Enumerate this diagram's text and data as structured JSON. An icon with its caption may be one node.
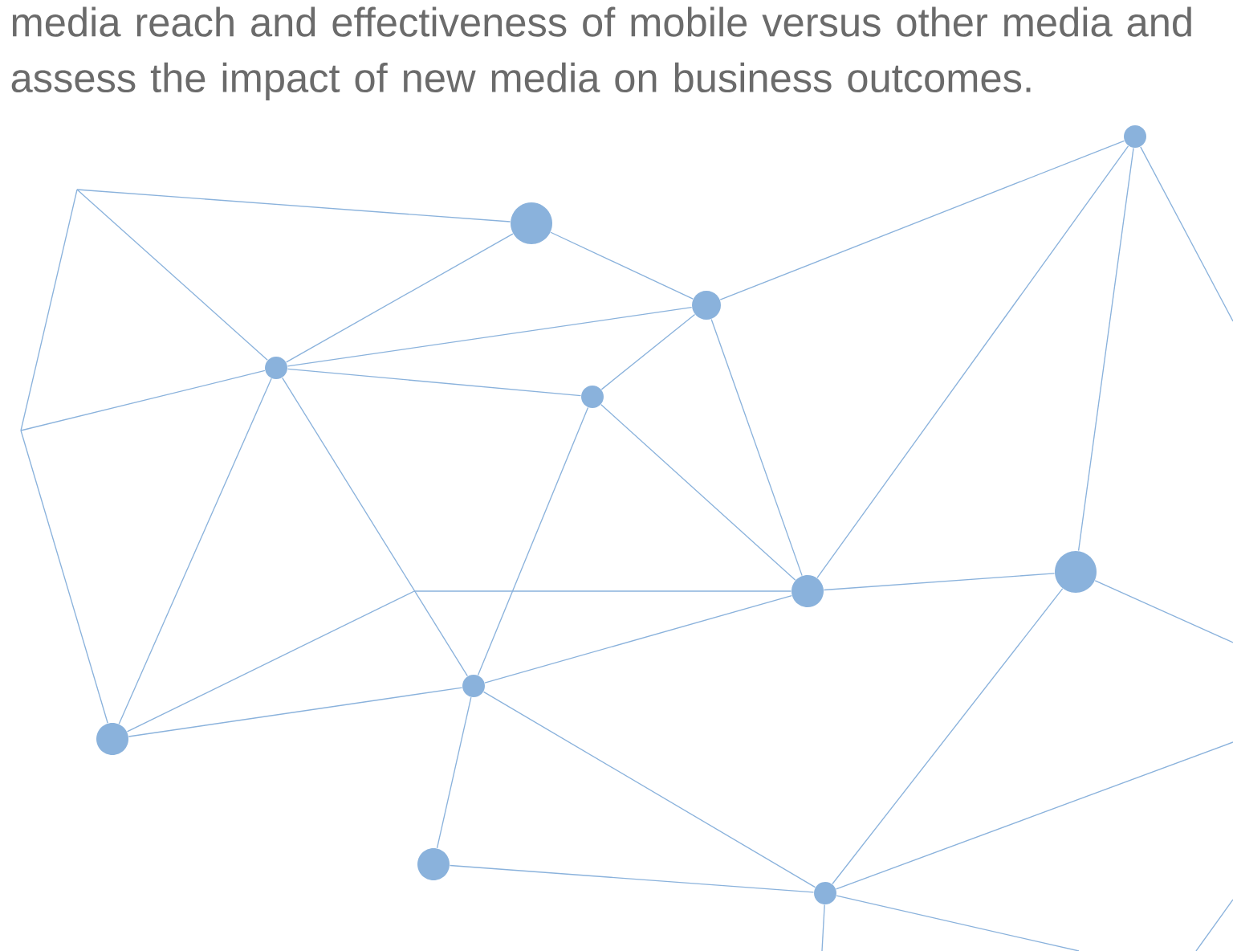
{
  "diagram": {
    "nodes": [
      {
        "text": [],
        "shape": "circle"
      },
      {
        "text": [],
        "shape": "circle"
      },
      {
        "text": [],
        "shape": "circle"
      },
      {
        "text": [],
        "shape": "circle"
      },
      {
        "text": [],
        "shape": "circle"
      },
      {
        "text": [],
        "shape": "circle"
      },
      {
        "text": [],
        "shape": "circle"
      },
      {
        "text": [],
        "shape": "circle"
      },
      {
        "text": [],
        "shape": "circle"
      },
      {
        "text": [],
        "shape": "circle"
      },
      {
        "text": [],
        "shape": "circle"
      }
    ],
    "edges": [
      {
        "from": null,
        "to": 2,
        "arrow": "none"
      },
      {
        "from": null,
        "to": 0,
        "arrow": "none"
      },
      {
        "from": null,
        "to": 2,
        "arrow": "none"
      },
      {
        "from": null,
        "to": 8,
        "arrow": "none"
      },
      {
        "from": 2,
        "to": 0,
        "arrow": "none"
      },
      {
        "from": 0,
        "to": 1,
        "arrow": "none"
      },
      {
        "from": 2,
        "to": 1,
        "arrow": "none"
      },
      {
        "from": 2,
        "to": 3,
        "arrow": "none"
      },
      {
        "from": 3,
        "to": 1,
        "arrow": "none"
      },
      {
        "from": 2,
        "to": 8,
        "arrow": "none"
      },
      {
        "from": 2,
        "to": 7,
        "arrow": "none"
      },
      {
        "from": null,
        "to": 4,
        "arrow": "none"
      },
      {
        "from": 8,
        "to": null,
        "arrow": "none"
      },
      {
        "from": 3,
        "to": 7,
        "arrow": "none"
      },
      {
        "from": 3,
        "to": 4,
        "arrow": "none"
      },
      {
        "from": 1,
        "to": 4,
        "arrow": "none"
      },
      {
        "from": 1,
        "to": 5,
        "arrow": "none"
      },
      {
        "from": 4,
        "to": 5,
        "arrow": "none"
      },
      {
        "from": 4,
        "to": 6,
        "arrow": "none"
      },
      {
        "from": 4,
        "to": 7,
        "arrow": "none"
      },
      {
        "from": 8,
        "to": 7,
        "arrow": "none"
      },
      {
        "from": 7,
        "to": 9,
        "arrow": "none"
      },
      {
        "from": 7,
        "to": 10,
        "arrow": "none"
      },
      {
        "from": 9,
        "to": 10,
        "arrow": "none"
      },
      {
        "from": 5,
        "to": 6,
        "arrow": "none"
      },
      {
        "from": 5,
        "to": null,
        "arrow": "none"
      },
      {
        "from": 6,
        "to": null,
        "arrow": "none"
      },
      {
        "from": 6,
        "to": 10,
        "arrow": "none"
      },
      {
        "from": 10,
        "to": null,
        "arrow": "none"
      },
      {
        "from": 10,
        "to": null,
        "arrow": "none"
      },
      {
        "from": 10,
        "to": null,
        "arrow": "none"
      }
    ],
    "labels": [
      "media reach and effectiveness of mobile versus other media and assess the impact of new media on business outcomes."
    ]
  }
}
